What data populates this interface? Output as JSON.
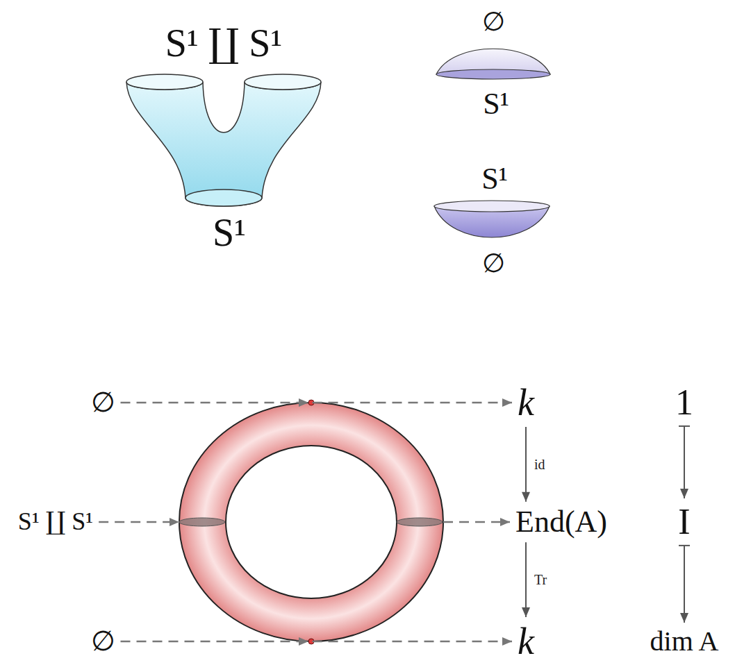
{
  "diagram": {
    "nodes": [
      {
        "text": [
          "∅"
        ]
      },
      {
        "text": [
          "k"
        ]
      },
      {
        "text": [
          "S¹ ∐ S¹"
        ]
      },
      {
        "text": [
          "End(A)"
        ]
      },
      {
        "text": [
          "∅"
        ]
      },
      {
        "text": [
          "k"
        ]
      },
      {
        "text": [
          "1"
        ]
      },
      {
        "text": [
          "I"
        ]
      },
      {
        "text": [
          "dim A"
        ]
      }
    ],
    "edges": [
      {
        "from": 0,
        "to": 1,
        "arrow": "to"
      },
      {
        "from": 2,
        "to": 3,
        "arrow": "to"
      },
      {
        "from": 4,
        "to": 5,
        "arrow": "to"
      },
      {
        "from": 1,
        "to": 3,
        "label": "id",
        "arrow": "to"
      },
      {
        "from": 3,
        "to": 5,
        "label": "Tr",
        "arrow": "to"
      },
      {
        "from": 6,
        "to": 7,
        "arrow": "to"
      },
      {
        "from": 7,
        "to": 8,
        "arrow": "to"
      }
    ],
    "labels": [
      "S¹ ∐ S¹",
      "S¹",
      "∅",
      "S¹",
      "S¹",
      "∅"
    ]
  }
}
